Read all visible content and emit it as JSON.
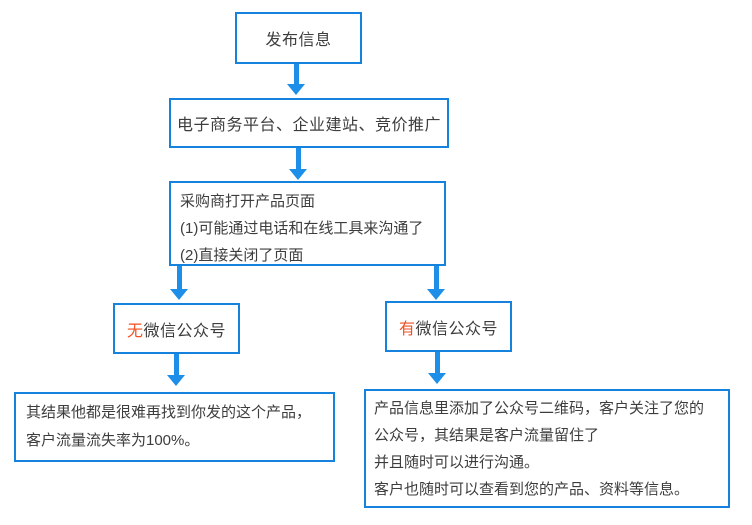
{
  "colors": {
    "background": "#ffffff",
    "box_border": "#1583dd",
    "arrow": "#1e8fe9",
    "text": "#3d3d3d",
    "highlight": "#f25022"
  },
  "flowchart": {
    "publish": {
      "label": "发布信息"
    },
    "platforms": {
      "label": "电子商务平台、企业建站、竞价推广"
    },
    "page_open": {
      "lines": [
        "采购商打开产品页面",
        "(1)可能通过电话和在线工具来沟通了",
        "(2)直接关闭了页面"
      ]
    },
    "no_wechat": {
      "highlight": "无",
      "rest": "微信公众号"
    },
    "has_wechat": {
      "highlight": "有",
      "rest": "微信公众号"
    },
    "result_lost": {
      "lines": [
        "其结果他都是很难再找到你发的这个产品，",
        "客户流量流失率为100%。"
      ]
    },
    "result_kept": {
      "lines": [
        "产品信息里添加了公众号二维码，客户关注了您的",
        "公众号，其结果是客户流量留住了",
        "并且随时可以进行沟通。",
        "客户也随时可以查看到您的产品、资料等信息。"
      ]
    }
  }
}
